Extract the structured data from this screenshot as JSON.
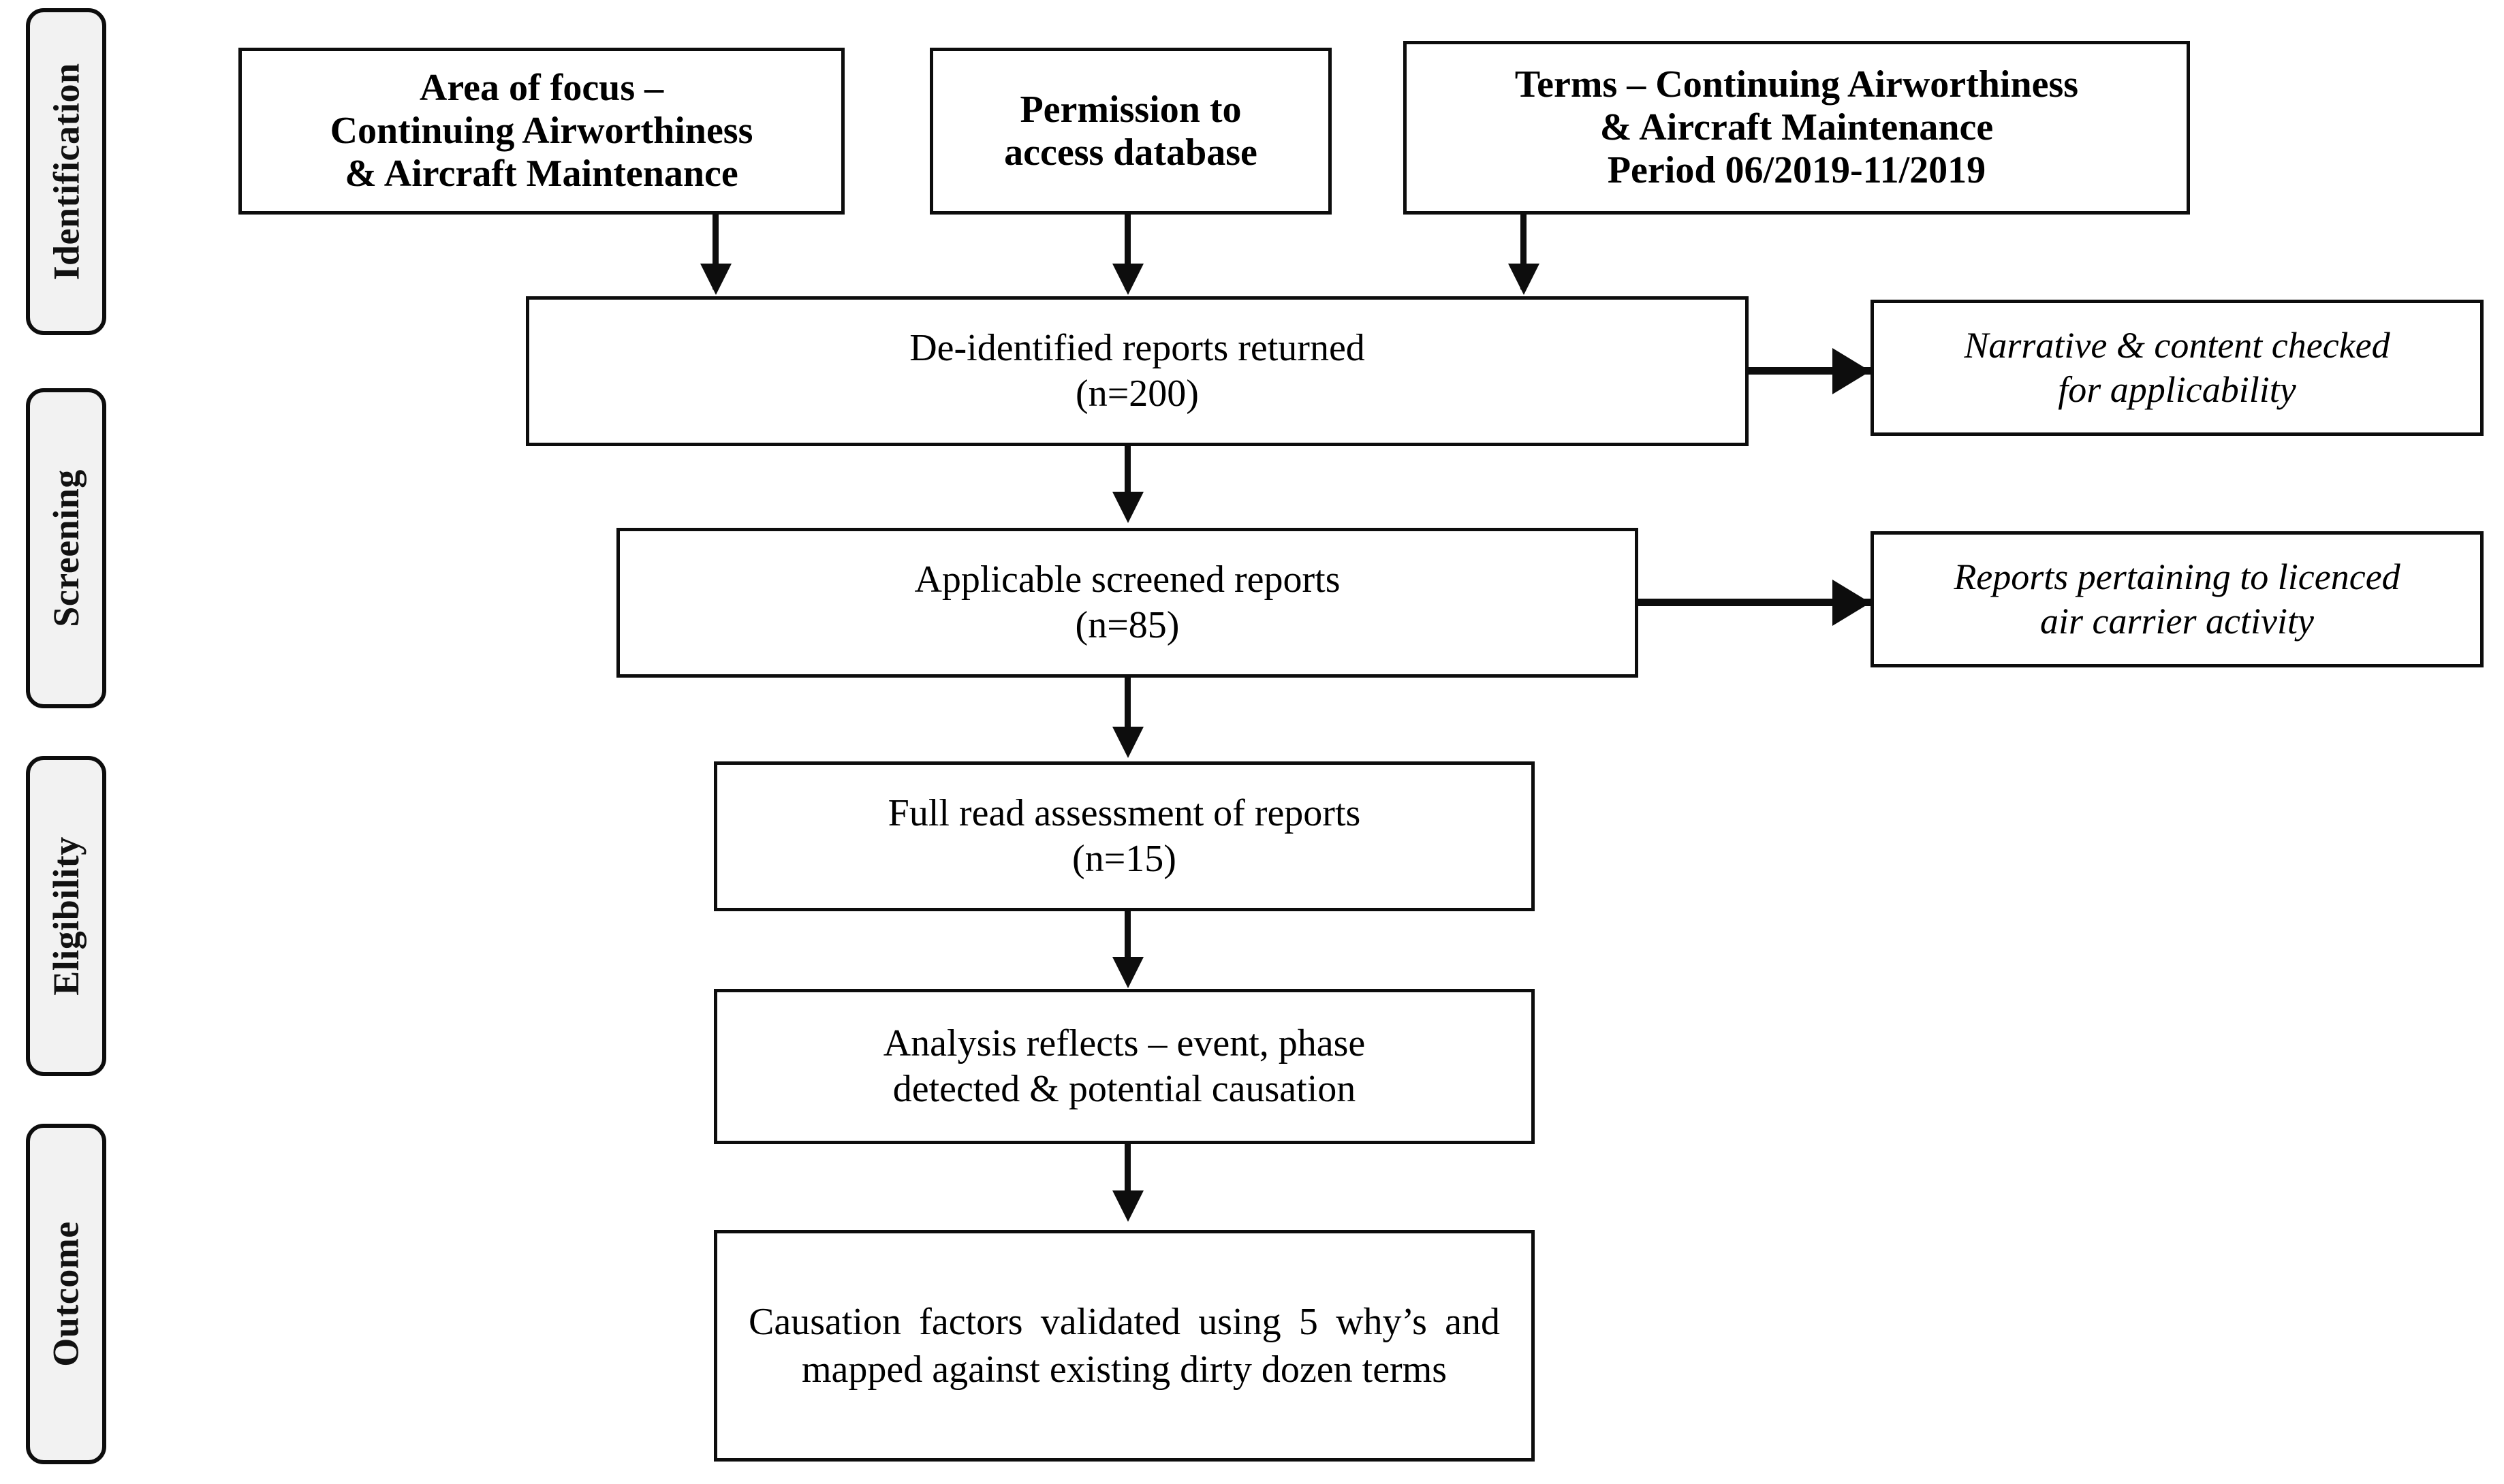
{
  "diagram": {
    "title": "PRISMA-style report screening flow diagram",
    "colors": {
      "border": "#0d0d0d",
      "phase_fill": "#f2f2f2",
      "box_fill": "#ffffff",
      "text": "#000000"
    },
    "phases": [
      {
        "id": "identification",
        "label": "Identification"
      },
      {
        "id": "screening",
        "label": "Screening"
      },
      {
        "id": "eligibility",
        "label": "Eligibility"
      },
      {
        "id": "outcome",
        "label": "Outcome"
      }
    ],
    "sources": [
      {
        "id": "area-of-focus",
        "text": "Area of focus –\nContinuing Airworthiness\n& Aircraft Maintenance"
      },
      {
        "id": "permission",
        "text": "Permission to\naccess database"
      },
      {
        "id": "terms",
        "text": "Terms – Continuing Airworthiness\n& Aircraft Maintenance\nPeriod 06/2019-11/2019"
      }
    ],
    "flow": [
      {
        "id": "de-identified-reports",
        "text": "De-identified reports returned\n(n=200)",
        "count_label": "(n=200)",
        "count": 200
      },
      {
        "id": "applicable-screened-reports",
        "text": "Applicable screened reports\n(n=85)",
        "count_label": "(n=85)",
        "count": 85
      },
      {
        "id": "full-read-assessment",
        "text": "Full read assessment of reports\n(n=15)",
        "count_label": "(n=15)",
        "count": 15
      },
      {
        "id": "analysis-reflects",
        "text": "Analysis reflects – event, phase\ndetected & potential causation"
      },
      {
        "id": "causation-factors",
        "text": "Causation factors validated using 5 why’s and mapped against existing dirty dozen terms"
      }
    ],
    "notes": [
      {
        "id": "narrative-content-checked",
        "text": "Narrative & content checked\nfor applicability"
      },
      {
        "id": "licenced-air-carrier",
        "text": "Reports pertaining to licenced\nair carrier activity"
      }
    ]
  }
}
